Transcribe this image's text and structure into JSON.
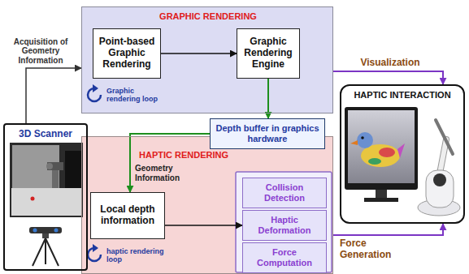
{
  "diagram": {
    "nodes": [
      {
        "text": [
          "GRAPHIC RENDERING",
          "Graphic rendering loop"
        ]
      },
      {
        "text": [
          "Point-based Graphic Rendering"
        ],
        "in": 0
      },
      {
        "text": [
          "Graphic Rendering Engine"
        ],
        "in": 0
      },
      {
        "text": [
          "3D Scanner"
        ]
      },
      {
        "text": [
          "Depth buffer in graphics hardware"
        ]
      },
      {
        "text": [
          "HAPTIC RENDERING",
          "haptic rendering loop"
        ]
      },
      {
        "text": [
          "Local depth information"
        ],
        "in": 5
      },
      {
        "text": [
          "Collision Detection"
        ],
        "in": 5
      },
      {
        "text": [
          "Haptic Deformation"
        ],
        "in": 5
      },
      {
        "text": [
          "Force Computation"
        ],
        "in": 5
      },
      {
        "text": [
          "HAPTIC INTERACTION"
        ]
      }
    ],
    "edges": [
      {
        "from": 3,
        "to": 0,
        "label": "Acquisition of Geometry Information",
        "arrow": "to"
      },
      {
        "from": 1,
        "to": 2,
        "arrow": "to"
      },
      {
        "from": 0,
        "to": 10,
        "label": "Visualization",
        "arrow": "to"
      },
      {
        "from": 2,
        "to": 4,
        "arrow": "to"
      },
      {
        "from": 4,
        "to": 6,
        "label": "Geometry Information",
        "arrow": "to"
      },
      {
        "from": 6,
        "to": 8,
        "arrow": "to"
      },
      {
        "from": 5,
        "to": 10,
        "label": "Force Generation",
        "arrow": "to"
      }
    ]
  }
}
